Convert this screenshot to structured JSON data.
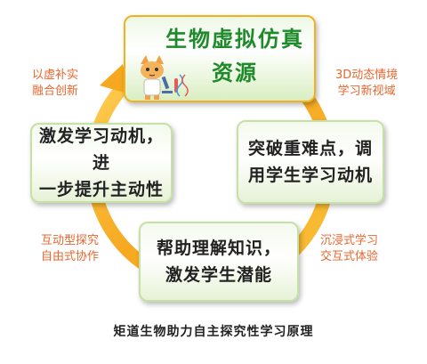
{
  "boxes": {
    "top": {
      "line1": "生物虚拟仿真",
      "line2": "资源"
    },
    "left": {
      "line1": "激发学习动机，进",
      "line2": "一步提升主动性"
    },
    "right": {
      "line1": "突破重难点，调",
      "line2": "用学生学习动机"
    },
    "bottom": {
      "line1": "帮助理解知识，",
      "line2": "激发学生潜能"
    }
  },
  "labels": {
    "top_left": {
      "line1": "以虚补实",
      "line2": "融合创新"
    },
    "top_right": {
      "line1": "3D动态情境",
      "line2": "学习新视域"
    },
    "bottom_left": {
      "line1": "互动型探究",
      "line2": "自由式协作"
    },
    "bottom_right": {
      "line1": "沉浸式学习",
      "line2": "交互式体验"
    }
  },
  "caption": "矩道生物助力自主探究性学习原理",
  "colors": {
    "ring": "#f6a820",
    "label_text": "#e8662c",
    "title_text": "#1e8a2a",
    "box_border": "#c7e0a6",
    "top_box_border": "#f3b21c"
  },
  "icons": [
    "cartoon-cat-scientist-icon",
    "microscope-icon",
    "test-tube-icon",
    "dna-helix-icon"
  ]
}
